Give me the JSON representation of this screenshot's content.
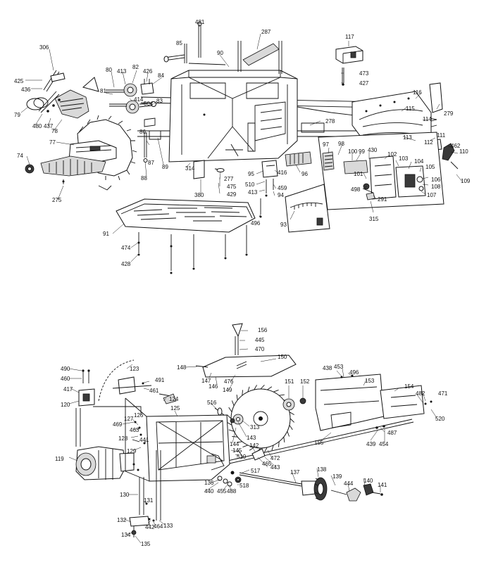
{
  "diagram": {
    "upper_labels": [
      {
        "id": "481",
        "text": "481"
      },
      {
        "id": "85",
        "text": "85"
      },
      {
        "id": "90",
        "text": "90"
      },
      {
        "id": "287",
        "text": "287"
      },
      {
        "id": "117",
        "text": "117"
      },
      {
        "id": "473",
        "text": "473"
      },
      {
        "id": "427",
        "text": "427"
      },
      {
        "id": "306",
        "text": "306"
      },
      {
        "id": "425",
        "text": "425"
      },
      {
        "id": "436",
        "text": "436"
      },
      {
        "id": "79",
        "text": "79"
      },
      {
        "id": "480",
        "text": "480"
      },
      {
        "id": "437",
        "text": "437"
      },
      {
        "id": "78",
        "text": "78"
      },
      {
        "id": "80",
        "text": "80"
      },
      {
        "id": "413a",
        "text": "413"
      },
      {
        "id": "82",
        "text": "82"
      },
      {
        "id": "426",
        "text": "426"
      },
      {
        "id": "84",
        "text": "84"
      },
      {
        "id": "81",
        "text": "81"
      },
      {
        "id": "414",
        "text": "414"
      },
      {
        "id": "504",
        "text": "504"
      },
      {
        "id": "83",
        "text": "83"
      },
      {
        "id": "116",
        "text": "116"
      },
      {
        "id": "115",
        "text": "115"
      },
      {
        "id": "114",
        "text": "114"
      },
      {
        "id": "279",
        "text": "279"
      },
      {
        "id": "278",
        "text": "278"
      },
      {
        "id": "113",
        "text": "113"
      },
      {
        "id": "111",
        "text": "111"
      },
      {
        "id": "112",
        "text": "112"
      },
      {
        "id": "462",
        "text": "462"
      },
      {
        "id": "110",
        "text": "110"
      },
      {
        "id": "109",
        "text": "109"
      },
      {
        "id": "77",
        "text": "77"
      },
      {
        "id": "74",
        "text": "74"
      },
      {
        "id": "275",
        "text": "275"
      },
      {
        "id": "86",
        "text": "86"
      },
      {
        "id": "87",
        "text": "87"
      },
      {
        "id": "88",
        "text": "88"
      },
      {
        "id": "89",
        "text": "89"
      },
      {
        "id": "314",
        "text": "314"
      },
      {
        "id": "380",
        "text": "380"
      },
      {
        "id": "277",
        "text": "277"
      },
      {
        "id": "475",
        "text": "475"
      },
      {
        "id": "429",
        "text": "429"
      },
      {
        "id": "95",
        "text": "95"
      },
      {
        "id": "416",
        "text": "416"
      },
      {
        "id": "510",
        "text": "510"
      },
      {
        "id": "413b",
        "text": "413"
      },
      {
        "id": "459",
        "text": "459"
      },
      {
        "id": "94",
        "text": "94"
      },
      {
        "id": "496a",
        "text": "496"
      },
      {
        "id": "96",
        "text": "96"
      },
      {
        "id": "97",
        "text": "97"
      },
      {
        "id": "98",
        "text": "98"
      },
      {
        "id": "100",
        "text": "100"
      },
      {
        "id": "99",
        "text": "99"
      },
      {
        "id": "430",
        "text": "430"
      },
      {
        "id": "102",
        "text": "102"
      },
      {
        "id": "103",
        "text": "103"
      },
      {
        "id": "104",
        "text": "104"
      },
      {
        "id": "105",
        "text": "105"
      },
      {
        "id": "101",
        "text": "101"
      },
      {
        "id": "106",
        "text": "106"
      },
      {
        "id": "108",
        "text": "108"
      },
      {
        "id": "107",
        "text": "107"
      },
      {
        "id": "498",
        "text": "498"
      },
      {
        "id": "291",
        "text": "291"
      },
      {
        "id": "315",
        "text": "315"
      },
      {
        "id": "93",
        "text": "93"
      },
      {
        "id": "91",
        "text": "91"
      },
      {
        "id": "474",
        "text": "474"
      },
      {
        "id": "428",
        "text": "428"
      }
    ],
    "lower_labels": [
      {
        "id": "156",
        "text": "156"
      },
      {
        "id": "445",
        "text": "445"
      },
      {
        "id": "470",
        "text": "470"
      },
      {
        "id": "150",
        "text": "150"
      },
      {
        "id": "148",
        "text": "148"
      },
      {
        "id": "147",
        "text": "147"
      },
      {
        "id": "146",
        "text": "146"
      },
      {
        "id": "476",
        "text": "476"
      },
      {
        "id": "149",
        "text": "149"
      },
      {
        "id": "438",
        "text": "438"
      },
      {
        "id": "453",
        "text": "453"
      },
      {
        "id": "496b",
        "text": "496"
      },
      {
        "id": "153",
        "text": "153"
      },
      {
        "id": "154",
        "text": "154"
      },
      {
        "id": "482",
        "text": "482"
      },
      {
        "id": "471",
        "text": "471"
      },
      {
        "id": "151",
        "text": "151"
      },
      {
        "id": "152",
        "text": "152"
      },
      {
        "id": "520",
        "text": "520"
      },
      {
        "id": "490",
        "text": "490"
      },
      {
        "id": "460",
        "text": "460"
      },
      {
        "id": "417",
        "text": "417"
      },
      {
        "id": "123",
        "text": "123"
      },
      {
        "id": "491",
        "text": "491"
      },
      {
        "id": "461",
        "text": "461"
      },
      {
        "id": "120",
        "text": "120"
      },
      {
        "id": "124",
        "text": "124"
      },
      {
        "id": "125",
        "text": "125"
      },
      {
        "id": "516",
        "text": "516"
      },
      {
        "id": "469",
        "text": "469"
      },
      {
        "id": "127",
        "text": "127"
      },
      {
        "id": "126",
        "text": "126"
      },
      {
        "id": "463",
        "text": "463"
      },
      {
        "id": "128",
        "text": "128"
      },
      {
        "id": "441",
        "text": "441"
      },
      {
        "id": "129",
        "text": "129"
      },
      {
        "id": "313",
        "text": "313"
      },
      {
        "id": "143",
        "text": "143"
      },
      {
        "id": "144",
        "text": "144"
      },
      {
        "id": "155",
        "text": "155"
      },
      {
        "id": "439",
        "text": "439"
      },
      {
        "id": "454",
        "text": "454"
      },
      {
        "id": "487",
        "text": "487"
      },
      {
        "id": "119",
        "text": "119"
      },
      {
        "id": "145",
        "text": "145"
      },
      {
        "id": "142",
        "text": "142"
      },
      {
        "id": "519",
        "text": "519"
      },
      {
        "id": "472",
        "text": "472"
      },
      {
        "id": "465",
        "text": "465"
      },
      {
        "id": "443",
        "text": "443"
      },
      {
        "id": "517",
        "text": "517"
      },
      {
        "id": "137",
        "text": "137"
      },
      {
        "id": "138",
        "text": "138"
      },
      {
        "id": "139",
        "text": "139"
      },
      {
        "id": "136",
        "text": "136"
      },
      {
        "id": "518",
        "text": "518"
      },
      {
        "id": "440",
        "text": "440"
      },
      {
        "id": "455",
        "text": "455"
      },
      {
        "id": "488",
        "text": "488"
      },
      {
        "id": "444",
        "text": "444"
      },
      {
        "id": "140",
        "text": "140"
      },
      {
        "id": "141",
        "text": "141"
      },
      {
        "id": "130",
        "text": "130"
      },
      {
        "id": "131",
        "text": "131"
      },
      {
        "id": "132",
        "text": "132"
      },
      {
        "id": "442",
        "text": "442"
      },
      {
        "id": "464",
        "text": "464"
      },
      {
        "id": "133",
        "text": "133"
      },
      {
        "id": "134",
        "text": "134"
      },
      {
        "id": "135",
        "text": "135"
      }
    ],
    "colors": {
      "ink": "#111111",
      "paper": "#ffffff",
      "shade": "#d9d9d9",
      "dark": "#3a3a3a"
    }
  }
}
